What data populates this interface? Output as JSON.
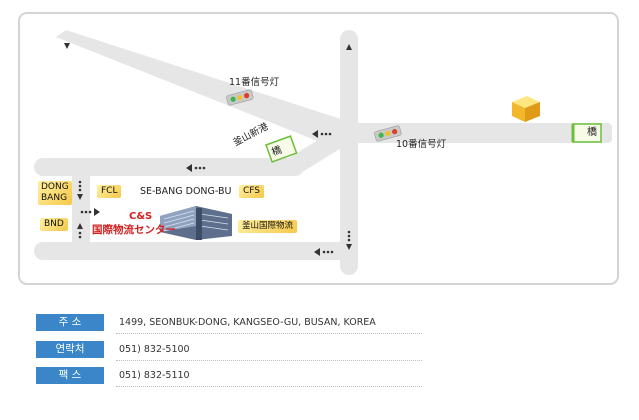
{
  "map": {
    "signal_11": "11番信号灯",
    "signal_10": "10番信号灯",
    "busan_port": "釜山新港",
    "bridge_left": "橋",
    "bridge_right": "橋",
    "dong_bang": "DONG\nBANG",
    "fcl": "FCL",
    "sebang": "SE-BANG DONG-BU",
    "cfs": "CFS",
    "bnd": "BND",
    "cs_logo": "C&S",
    "center_name": "国際物流センター",
    "busan_logistics": "釜山国際物流"
  },
  "info": [
    {
      "label": "주  소",
      "value": "1499, SEONBUK-DONG, KANGSEO-GU, BUSAN, KOREA"
    },
    {
      "label": "연락처",
      "value": "051) 832-5100"
    },
    {
      "label": "팩  스",
      "value": "051) 832-5110"
    }
  ],
  "colors": {
    "road": "#e6e6e6",
    "badge": "#3a86c8",
    "accent_red": "#d42020",
    "tag_yellow": "#f5c84a"
  }
}
